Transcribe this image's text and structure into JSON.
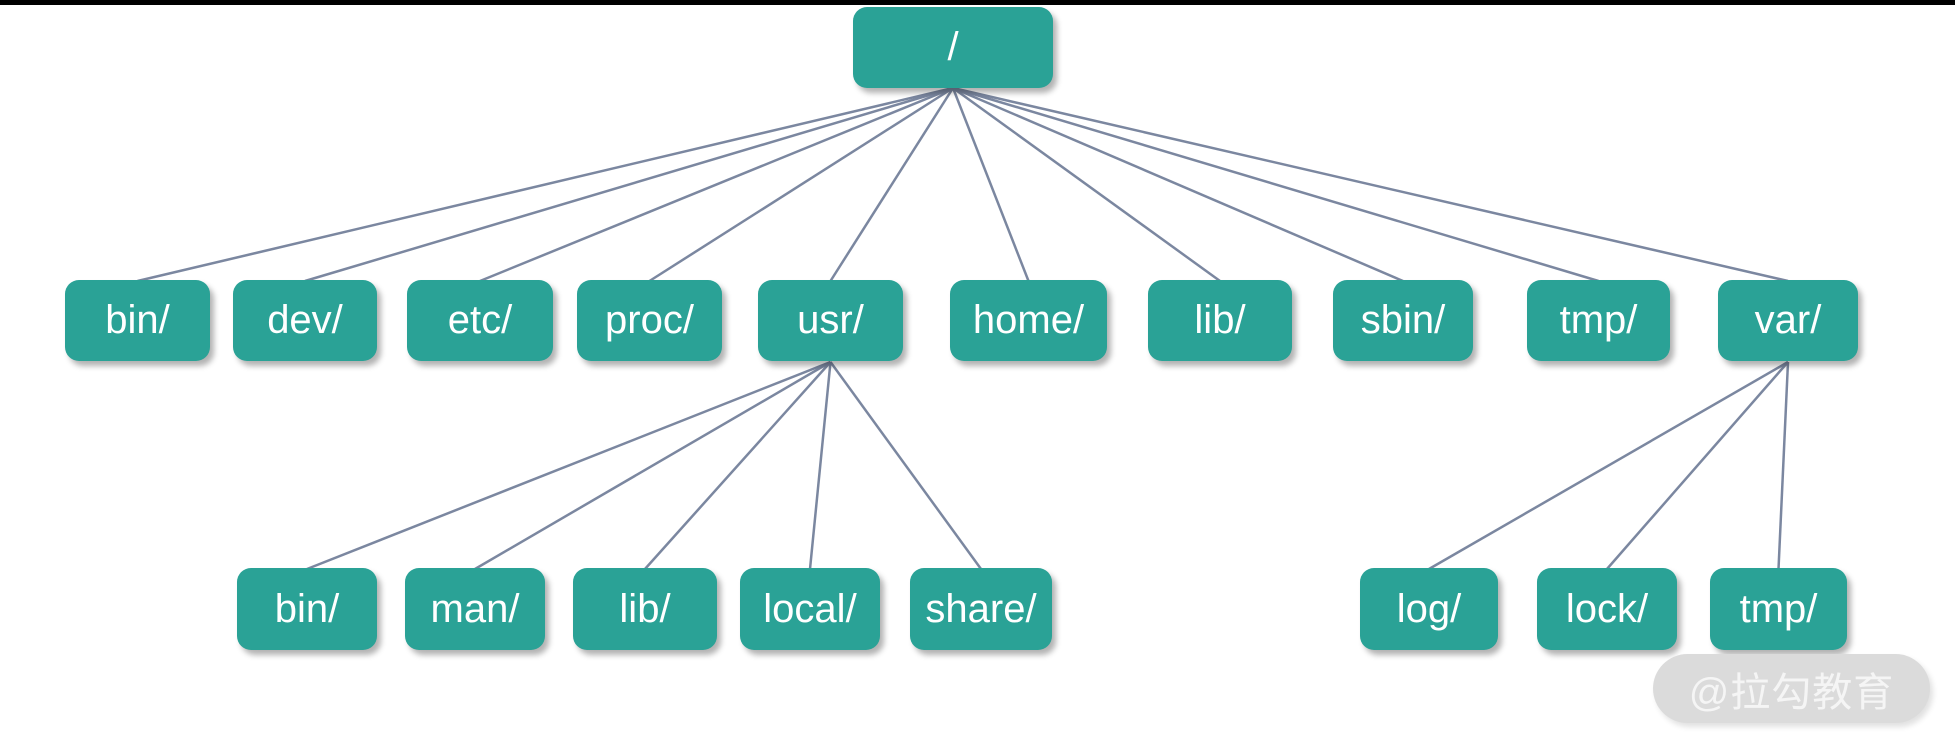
{
  "colors": {
    "node_fill": "#2AA296",
    "node_text": "#FFFFFF",
    "connector": "#7B87A0",
    "watermark_bg": "#DBDBDB",
    "watermark_text": "#F5F5F5",
    "top_bar": "#000000",
    "background": "#FFFFFF"
  },
  "tree": {
    "type": "directory-tree",
    "root": {
      "label": "/",
      "children": [
        {
          "label": "bin/"
        },
        {
          "label": "dev/"
        },
        {
          "label": "etc/"
        },
        {
          "label": "proc/"
        },
        {
          "label": "usr/",
          "children": [
            {
              "label": "bin/"
            },
            {
              "label": "man/"
            },
            {
              "label": "lib/"
            },
            {
              "label": "local/"
            },
            {
              "label": "share/"
            }
          ]
        },
        {
          "label": "home/"
        },
        {
          "label": "lib/"
        },
        {
          "label": "sbin/"
        },
        {
          "label": "tmp/"
        },
        {
          "label": "var/",
          "children": [
            {
              "label": "log/"
            },
            {
              "label": "lock/"
            },
            {
              "label": "tmp/"
            }
          ]
        }
      ]
    }
  },
  "watermark": {
    "text": "@拉勾教育"
  }
}
